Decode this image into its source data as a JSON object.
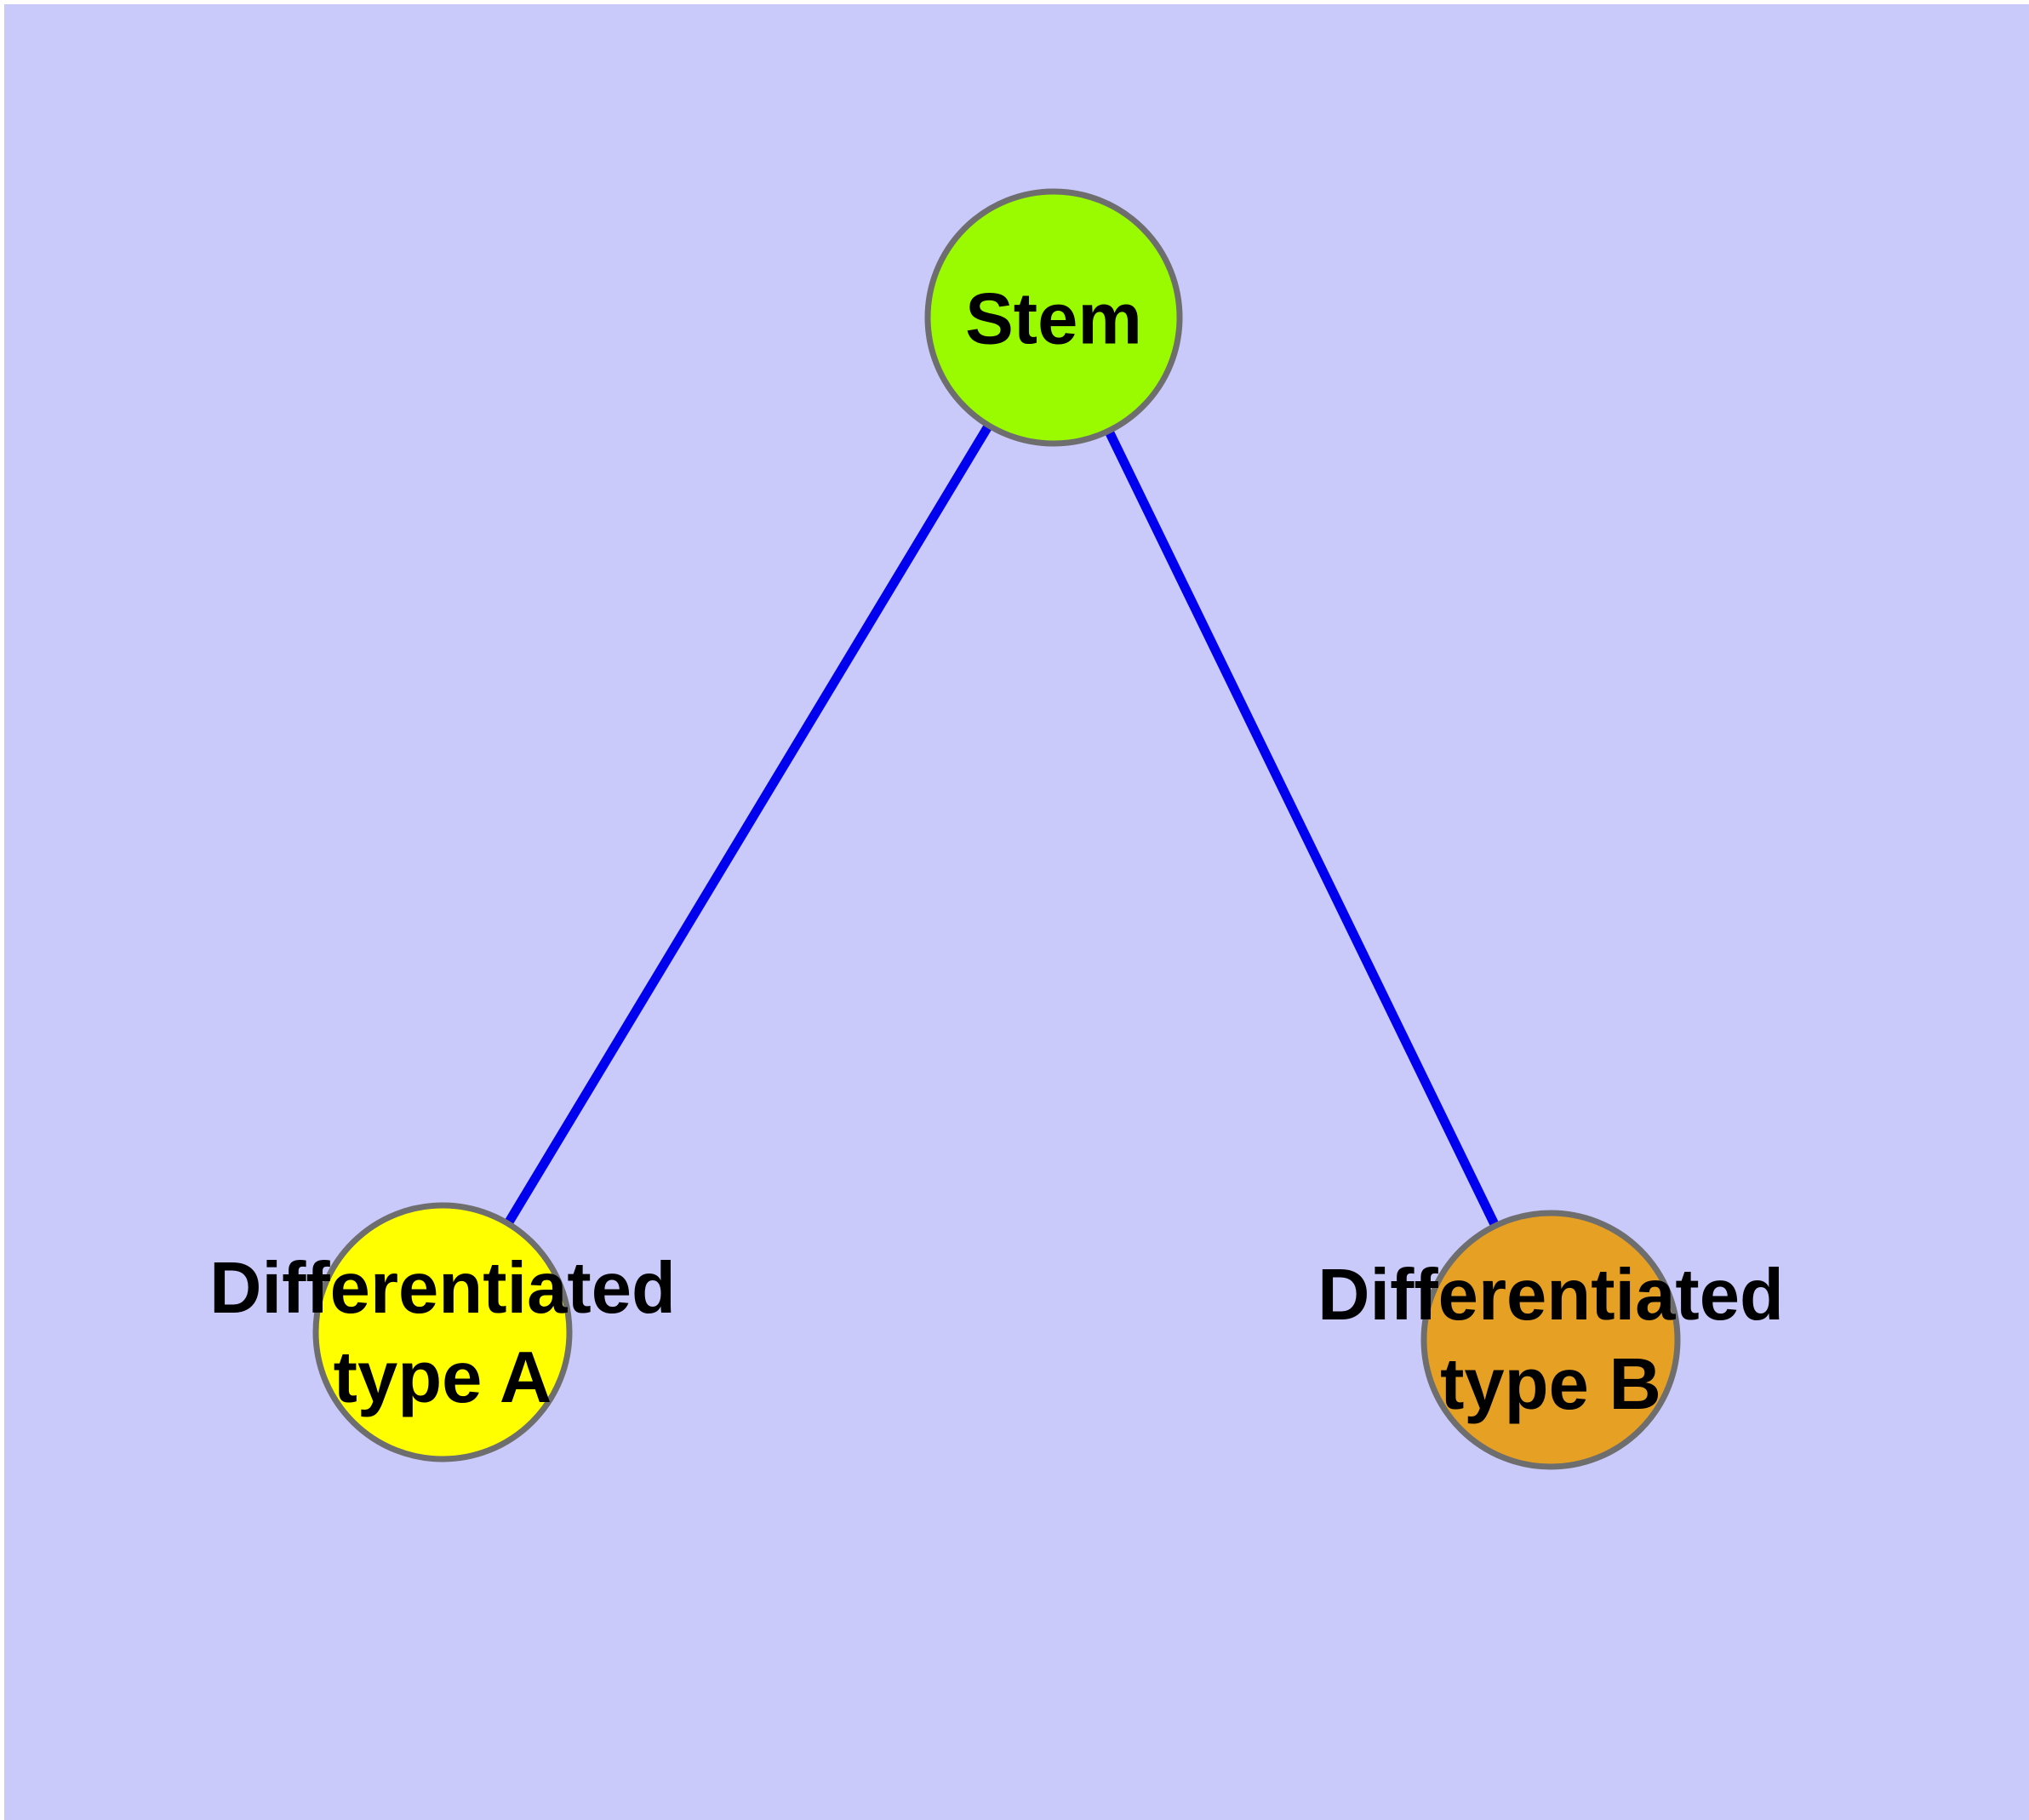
{
  "figure": {
    "background_color": "#C9C9FA",
    "margin_color": "#FFFFFF"
  },
  "graph": {
    "type": "node-link-diagram",
    "edge_color": "#0000EE",
    "node_border_color": "#6E6E6E",
    "label_color": "#000000",
    "nodes": [
      {
        "id": "stem",
        "label": "Stem",
        "fill": "#9AFB00"
      },
      {
        "id": "differentiated-type-a",
        "label": "Differentiated\ntype A",
        "fill": "#FFFF00"
      },
      {
        "id": "differentiated-type-b",
        "label": "Differentiated\ntype B",
        "fill": "#E6A024"
      }
    ],
    "edges": [
      {
        "from": "stem",
        "to": "differentiated-type-a"
      },
      {
        "from": "stem",
        "to": "differentiated-type-b"
      }
    ]
  }
}
